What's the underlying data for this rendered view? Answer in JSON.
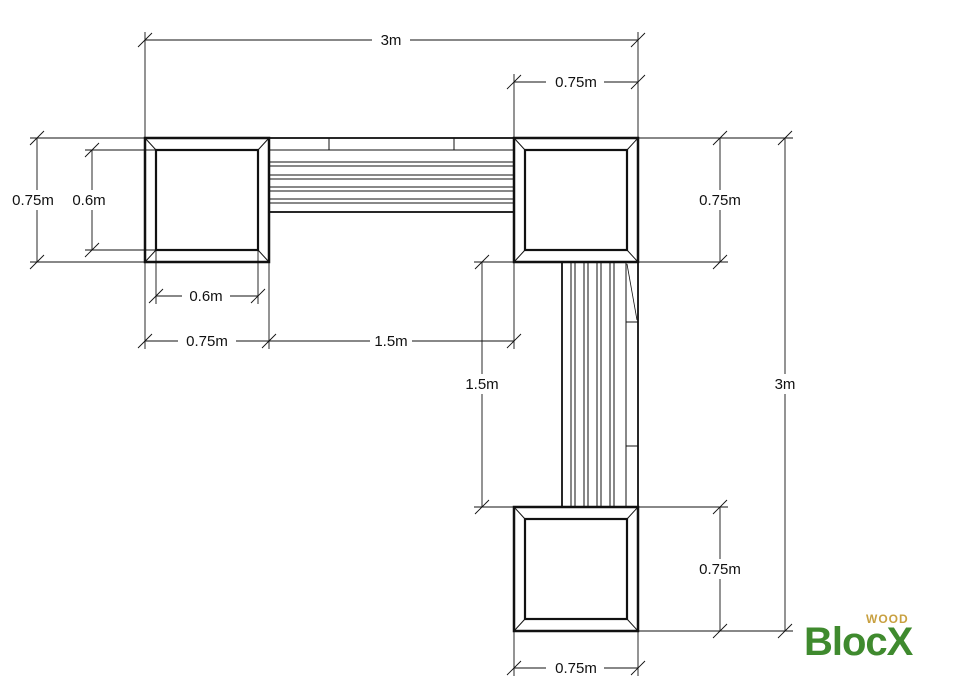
{
  "dimensions": {
    "top_total": "3m",
    "top_right_planter_width": "0.75m",
    "left_planter_outer_height": "0.75m",
    "left_planter_inner_height": "0.6m",
    "left_planter_inner_width": "0.6m",
    "left_planter_outer_width": "0.75m",
    "top_bench_length": "1.5m",
    "top_right_planter_height": "0.75m",
    "right_total": "3m",
    "right_bench_length": "1.5m",
    "bottom_planter_height": "0.75m",
    "bottom_planter_width": "0.75m"
  },
  "logo": {
    "small": "WOOD",
    "main": "BlocX",
    "colors": {
      "small": "#c8a040",
      "main": "#3f8a2e"
    }
  },
  "colors": {
    "line": "#111111"
  }
}
